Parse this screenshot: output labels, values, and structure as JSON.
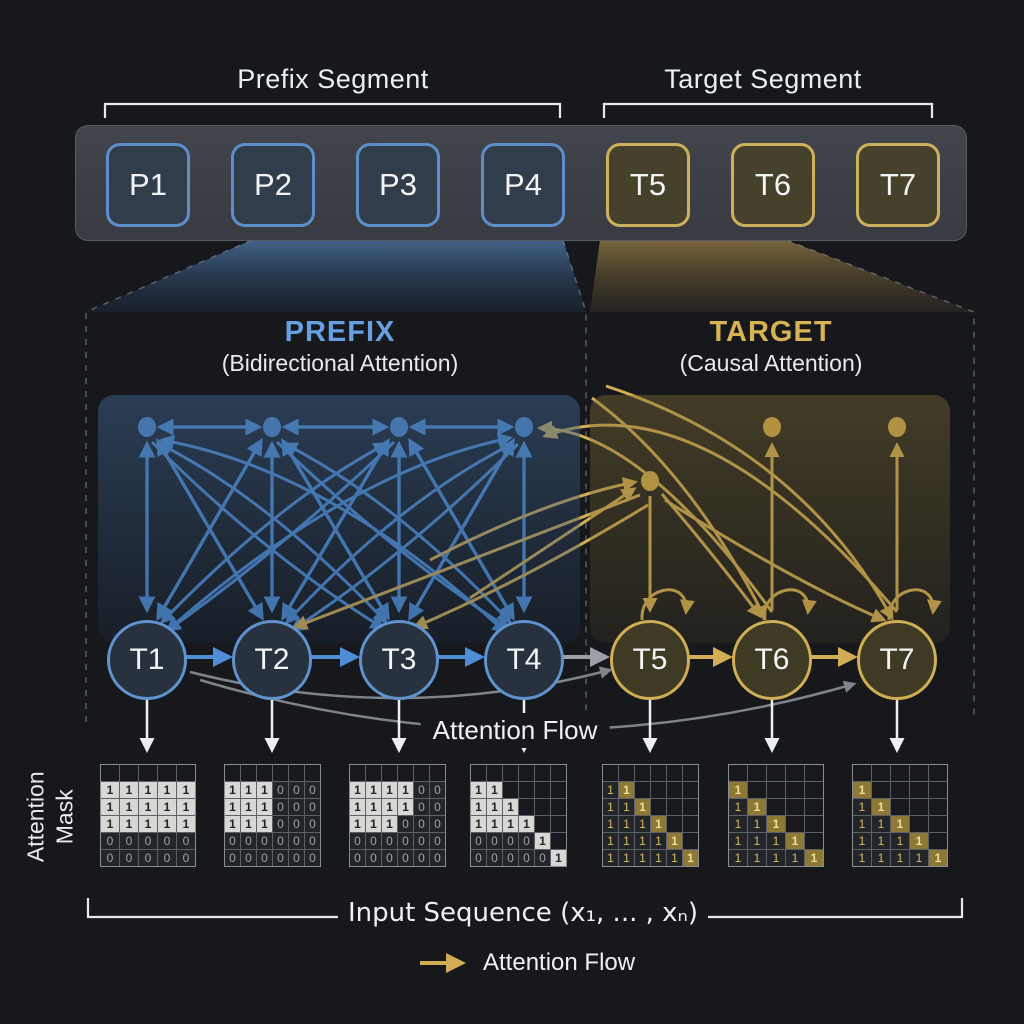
{
  "header": {
    "prefix_segment_label": "Prefix Segment",
    "target_segment_label": "Target Segment"
  },
  "token_bar": {
    "tokens": [
      {
        "label": "P1",
        "type": "prefix"
      },
      {
        "label": "P2",
        "type": "prefix"
      },
      {
        "label": "P3",
        "type": "prefix"
      },
      {
        "label": "P4",
        "type": "prefix"
      },
      {
        "label": "T5",
        "type": "target"
      },
      {
        "label": "T6",
        "type": "target"
      },
      {
        "label": "T7",
        "type": "target"
      }
    ]
  },
  "sections": {
    "prefix": {
      "title": "PREFIX",
      "subtitle": "(Bidirectional Attention)"
    },
    "target": {
      "title": "TARGET",
      "subtitle": "(Causal Attention)"
    }
  },
  "flow": {
    "center_label": "Attention Flow",
    "nodes": [
      {
        "label": "T1",
        "type": "prefix"
      },
      {
        "label": "T2",
        "type": "prefix"
      },
      {
        "label": "T3",
        "type": "prefix"
      },
      {
        "label": "T4",
        "type": "prefix"
      },
      {
        "label": "T5",
        "type": "target"
      },
      {
        "label": "T6",
        "type": "target"
      },
      {
        "label": "T7",
        "type": "target"
      }
    ]
  },
  "masks": {
    "axis_label_line1": "Attention",
    "axis_label_line2": "Mask",
    "cell_styles": {
      "E": "empty dark cell",
      "W1": "light cell, value 1",
      "D0": "dark cell, value 0",
      "Y1": "dark cell, gold value 1",
      "G1": "gold cell, value 1"
    },
    "grids": [
      {
        "cols": 5,
        "rows": [
          [
            "E",
            "E",
            "E",
            "E",
            "E"
          ],
          [
            "W1",
            "W1",
            "W1",
            "W1",
            "W1"
          ],
          [
            "W1",
            "W1",
            "W1",
            "W1",
            "W1"
          ],
          [
            "W1",
            "W1",
            "W1",
            "W1",
            "W1"
          ],
          [
            "D0",
            "D0",
            "D0",
            "D0",
            "D0"
          ],
          [
            "D0",
            "D0",
            "D0",
            "D0",
            "D0"
          ]
        ]
      },
      {
        "cols": 6,
        "rows": [
          [
            "E",
            "E",
            "E",
            "E",
            "E",
            "E"
          ],
          [
            "W1",
            "W1",
            "W1",
            "D0",
            "D0",
            "D0"
          ],
          [
            "W1",
            "W1",
            "W1",
            "D0",
            "D0",
            "D0"
          ],
          [
            "W1",
            "W1",
            "W1",
            "D0",
            "D0",
            "D0"
          ],
          [
            "D0",
            "D0",
            "D0",
            "D0",
            "D0",
            "D0"
          ],
          [
            "D0",
            "D0",
            "D0",
            "D0",
            "D0",
            "D0"
          ]
        ]
      },
      {
        "cols": 6,
        "rows": [
          [
            "E",
            "E",
            "E",
            "E",
            "E",
            "E"
          ],
          [
            "W1",
            "W1",
            "W1",
            "W1",
            "D0",
            "D0"
          ],
          [
            "W1",
            "W1",
            "W1",
            "W1",
            "D0",
            "D0"
          ],
          [
            "W1",
            "W1",
            "W1",
            "D0",
            "D0",
            "D0"
          ],
          [
            "D0",
            "D0",
            "D0",
            "D0",
            "D0",
            "D0"
          ],
          [
            "D0",
            "D0",
            "D0",
            "D0",
            "D0",
            "D0"
          ]
        ]
      },
      {
        "cols": 6,
        "rows": [
          [
            "E",
            "E",
            "E",
            "E",
            "E",
            "E"
          ],
          [
            "W1",
            "W1",
            "E",
            "E",
            "E",
            "E"
          ],
          [
            "W1",
            "W1",
            "W1",
            "E",
            "E",
            "E"
          ],
          [
            "W1",
            "W1",
            "W1",
            "W1",
            "E",
            "E"
          ],
          [
            "D0",
            "D0",
            "D0",
            "D0",
            "W1",
            "E"
          ],
          [
            "D0",
            "D0",
            "D0",
            "D0",
            "D0",
            "W1"
          ]
        ]
      },
      {
        "cols": 6,
        "rows": [
          [
            "E",
            "E",
            "E",
            "E",
            "E",
            "E"
          ],
          [
            "Y1",
            "G1",
            "E",
            "E",
            "E",
            "E"
          ],
          [
            "Y1",
            "Y1",
            "G1",
            "E",
            "E",
            "E"
          ],
          [
            "Y1",
            "Y1",
            "Y1",
            "G1",
            "E",
            "E"
          ],
          [
            "Y1",
            "Y1",
            "Y1",
            "Y1",
            "G1",
            "E"
          ],
          [
            "Y1",
            "Y1",
            "Y1",
            "Y1",
            "Y1",
            "G1"
          ]
        ]
      },
      {
        "cols": 5,
        "rows": [
          [
            "E",
            "E",
            "E",
            "E",
            "E"
          ],
          [
            "G1",
            "E",
            "E",
            "E",
            "E"
          ],
          [
            "Y1",
            "G1",
            "E",
            "E",
            "E"
          ],
          [
            "Y1",
            "Y1",
            "G1",
            "E",
            "E"
          ],
          [
            "Y1",
            "Y1",
            "Y1",
            "G1",
            "E"
          ],
          [
            "Y1",
            "Y1",
            "Y1",
            "Y1",
            "G1"
          ]
        ]
      },
      {
        "cols": 5,
        "rows": [
          [
            "E",
            "E",
            "E",
            "E",
            "E"
          ],
          [
            "G1",
            "E",
            "E",
            "E",
            "E"
          ],
          [
            "Y1",
            "G1",
            "E",
            "E",
            "E"
          ],
          [
            "Y1",
            "Y1",
            "G1",
            "E",
            "E"
          ],
          [
            "Y1",
            "Y1",
            "Y1",
            "G1",
            "E"
          ],
          [
            "Y1",
            "Y1",
            "Y1",
            "Y1",
            "G1"
          ]
        ]
      }
    ]
  },
  "footer": {
    "input_sequence_label": "Input Sequence (x₁, ... , xₙ)",
    "legend_label": "Attention Flow"
  },
  "colors": {
    "prefix_accent": "#5e93cf",
    "target_accent": "#cfae55",
    "background": "#16181c",
    "mask_on_cell": "#d8d7d3",
    "mask_gold_cell": "#8d7836"
  }
}
